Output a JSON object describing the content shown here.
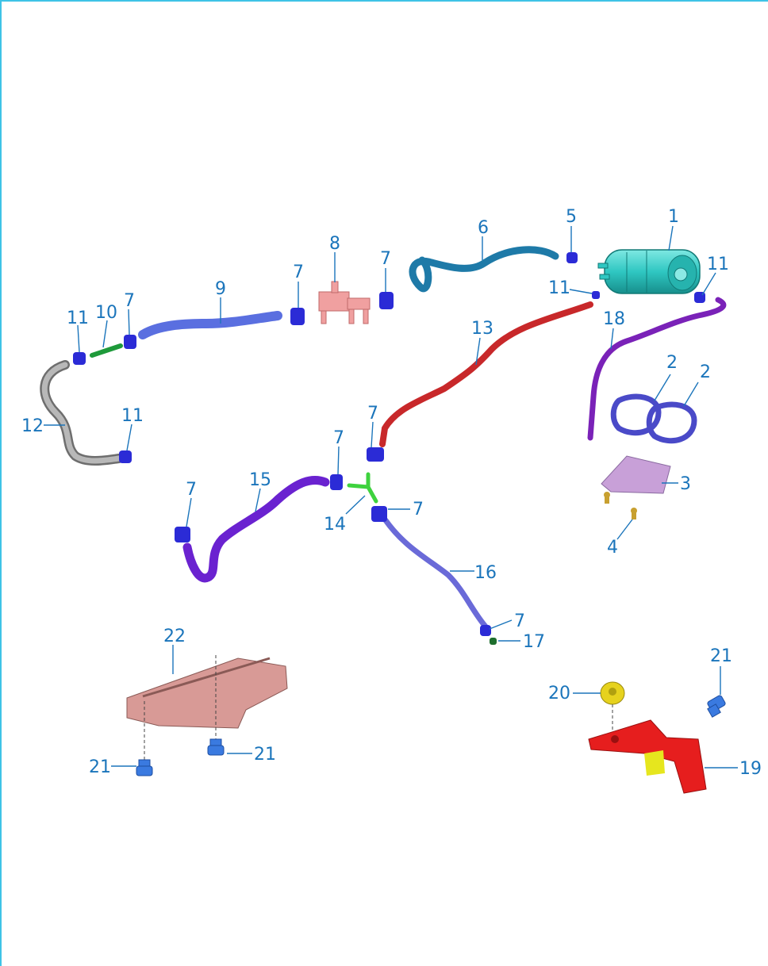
{
  "diagram": {
    "colors": {
      "frame": "#3ec3e6",
      "label": "#1b75bb",
      "clamp": "#2b2bd6",
      "canister": "#2fc7c2",
      "hose_9": "#5a6fe0",
      "hose_6": "#1e7aa8",
      "hose_13": "#c8282a",
      "hose_18": "#7a22b8",
      "hose_15": "#6a22d0",
      "hose_16": "#6a6ad8",
      "hose_12": "#9a9a9a",
      "valve_8": "#f0a0a0",
      "connector_14": "#3ed23e",
      "bracket_19": "#e61e1e",
      "nut_20": "#e6d21e",
      "plate_22": "#d89a96",
      "shield_3": "#c8a0d8",
      "strap_2": "#4a4ac8",
      "bolt_21": "#3a7ae0"
    },
    "callouts": {
      "c1": "1",
      "c2a": "2",
      "c2b": "2",
      "c3": "3",
      "c4": "4",
      "c5": "5",
      "c6": "6",
      "c7a": "7",
      "c7b": "7",
      "c7c": "7",
      "c7d": "7",
      "c7e": "7",
      "c7f": "7",
      "c7g": "7",
      "c7h": "7",
      "c8": "8",
      "c9": "9",
      "c10": "10",
      "c11a": "11",
      "c11b": "11",
      "c11c": "11",
      "c11d": "11",
      "c12": "12",
      "c13": "13",
      "c14": "14",
      "c15": "15",
      "c16": "16",
      "c17": "17",
      "c18": "18",
      "c19": "19",
      "c20": "20",
      "c21a": "21",
      "c21b": "21",
      "c21c": "21",
      "c22": "22"
    }
  }
}
